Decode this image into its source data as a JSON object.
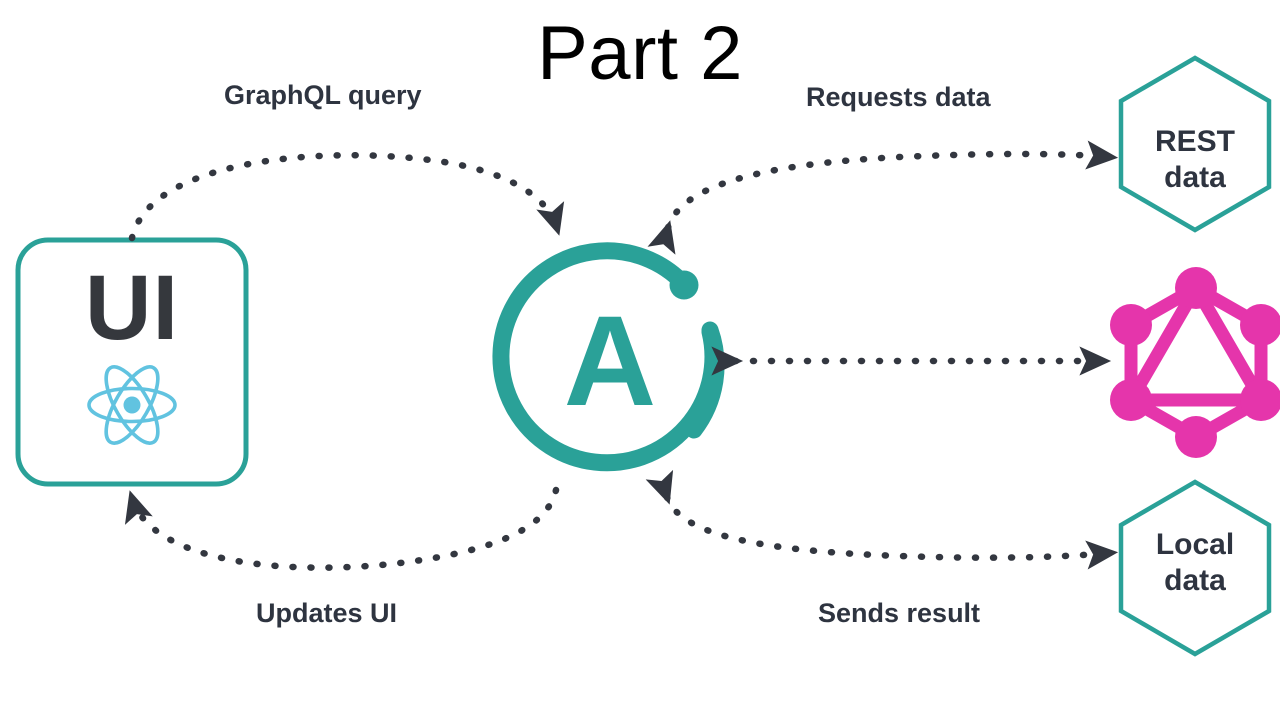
{
  "diagram": {
    "title": "Part 2",
    "type": "flow-diagram",
    "background_color": "#ffffff",
    "colors": {
      "teal": "#2aa198",
      "pink": "#e535ab",
      "react_blue": "#61c3e0",
      "text_dark": "#2e3440",
      "arrow_dark": "#333740",
      "title_black": "#000000"
    },
    "nodes": [
      {
        "id": "ui",
        "shape": "rounded-rect",
        "label": "UI",
        "sublogo": "react-logo",
        "border_color": "#2aa198"
      },
      {
        "id": "apollo",
        "shape": "broken-circle",
        "label": "A",
        "logo_name": "apollo-logo",
        "color": "#2aa198"
      },
      {
        "id": "rest-data",
        "shape": "hexagon",
        "label": "REST\ndata",
        "border_color": "#2aa198"
      },
      {
        "id": "graphql",
        "shape": "graph-logo",
        "label": "",
        "logo_name": "graphql-logo",
        "color": "#e535ab"
      },
      {
        "id": "local-data",
        "shape": "hexagon",
        "label": "Local\ndata",
        "border_color": "#2aa198"
      }
    ],
    "edges": [
      {
        "id": "ui-to-apollo",
        "label": "GraphQL query",
        "from": "ui",
        "to": "apollo",
        "style": "dashed",
        "heads": "single"
      },
      {
        "id": "apollo-to-rest",
        "label": "Requests data",
        "from": "apollo",
        "to": "rest-data",
        "style": "dashed",
        "heads": "double"
      },
      {
        "id": "apollo-to-graphql",
        "label": "",
        "from": "apollo",
        "to": "graphql",
        "style": "dashed",
        "heads": "double"
      },
      {
        "id": "local-to-apollo",
        "label": "Sends result",
        "from": "local-data",
        "to": "apollo",
        "style": "dashed",
        "heads": "double"
      },
      {
        "id": "apollo-to-ui",
        "label": "Updates UI",
        "from": "apollo",
        "to": "ui",
        "style": "dashed",
        "heads": "single"
      }
    ],
    "labels": {
      "graphql_query": "GraphQL query",
      "requests_data": "Requests data",
      "updates_ui": "Updates UI",
      "sends_result": "Sends result",
      "ui": "UI",
      "apollo_letter": "A",
      "rest_data_line1": "REST",
      "rest_data_line2": "data",
      "local_data_line1": "Local",
      "local_data_line2": "data"
    }
  }
}
